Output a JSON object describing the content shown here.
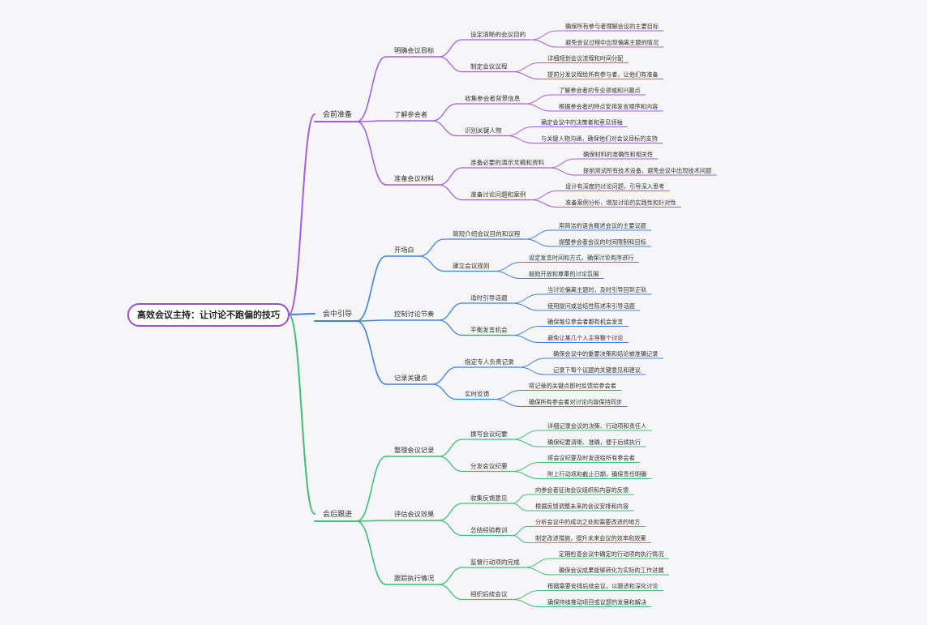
{
  "root": {
    "label": "高效会议主持：让讨论不跑偏的技巧",
    "color": "#9b4fd8"
  },
  "branches": [
    {
      "label": "会前准备",
      "color": "#a35ee3",
      "children": [
        {
          "label": "明确会议目标",
          "children": [
            {
              "label": "设定清晰的会议目的",
              "children": [
                "确保所有参与者理解会议的主要目标",
                "避免会议过程中出现偏离主题的情况"
              ]
            },
            {
              "label": "制定会议议程",
              "children": [
                "详细规划会议流程和时间分配",
                "提前分发议程给所有参与者，让他们有准备"
              ]
            }
          ]
        },
        {
          "label": "了解参会者",
          "children": [
            {
              "label": "收集参会者背景信息",
              "children": [
                "了解参会者的专业领域和兴趣点",
                "根据参会者的特点安排发言顺序和内容"
              ]
            },
            {
              "label": "识别关键人物",
              "children": [
                "确定会议中的决策者和意见领袖",
                "与关键人物沟通，确保他们对会议目标的支持"
              ]
            }
          ]
        },
        {
          "label": "准备会议材料",
          "children": [
            {
              "label": "准备必要的演示文稿和资料",
              "children": [
                "确保材料的准确性和相关性",
                "提前测试所有技术设备，避免会议中出现技术问题"
              ]
            },
            {
              "label": "准备讨论问题和案例",
              "children": [
                "设计有深度的讨论问题，引导深入思考",
                "准备案例分析，增加讨论的实践性和针对性"
              ]
            }
          ]
        }
      ]
    },
    {
      "label": "会中引导",
      "color": "#3d82e6",
      "children": [
        {
          "label": "开场白",
          "children": [
            {
              "label": "简短介绍会议目的和议程",
              "children": [
                "用简洁的语言概述会议的主要议题",
                "提醒参会者会议的时间限制和目标"
              ]
            },
            {
              "label": "建立会议规则",
              "children": [
                "设定发言时间和方式，确保讨论有序进行",
                "鼓励开放和尊重的讨论氛围"
              ]
            }
          ]
        },
        {
          "label": "控制讨论节奏",
          "children": [
            {
              "label": "适时引导话题",
              "children": [
                "当讨论偏离主题时，及时引导回到正轨",
                "使用提问或总结性陈述来引导话题"
              ]
            },
            {
              "label": "平衡发言机会",
              "children": [
                "确保每位参会者都有机会发言",
                "避免让某几个人主导整个讨论"
              ]
            }
          ]
        },
        {
          "label": "记录关键点",
          "children": [
            {
              "label": "指定专人负责记录",
              "children": [
                "确保会议中的重要决策和结论被准确记录",
                "记录下每个议题的关键意见和建议"
              ]
            },
            {
              "label": "实时反馈",
              "children": [
                "将记录的关键点即时反馈给参会者",
                "确保所有参会者对讨论内容保持同步"
              ]
            }
          ]
        }
      ]
    },
    {
      "label": "会后跟进",
      "color": "#3dbf75",
      "children": [
        {
          "label": "整理会议记录",
          "children": [
            {
              "label": "撰写会议纪要",
              "children": [
                "详细记录会议的决策、行动项和责任人",
                "确保纪要清晰、准确，便于后续执行"
              ]
            },
            {
              "label": "分发会议纪要",
              "children": [
                "将会议纪要及时发送给所有参会者",
                "附上行动项和截止日期，确保责任明确"
              ]
            }
          ]
        },
        {
          "label": "评估会议效果",
          "children": [
            {
              "label": "收集反馈意见",
              "children": [
                "向参会者征询会议组织和内容的反馈",
                "根据反馈调整未来的会议安排和内容"
              ]
            },
            {
              "label": "总结经验教训",
              "children": [
                "分析会议中的成功之处和需要改进的地方",
                "制定改进措施，提升未来会议的效率和效果"
              ]
            }
          ]
        },
        {
          "label": "跟踪执行情况",
          "children": [
            {
              "label": "监督行动项的完成",
              "children": [
                "定期检查会议中确定的行动项的执行情况",
                "确保会议成果能够转化为实际的工作进展"
              ]
            },
            {
              "label": "组织后续会议",
              "children": [
                "根据需要安排后续会议，以跟进和深化讨论",
                "确保持续推动项目或议题的发展和解决"
              ]
            }
          ]
        }
      ]
    }
  ]
}
